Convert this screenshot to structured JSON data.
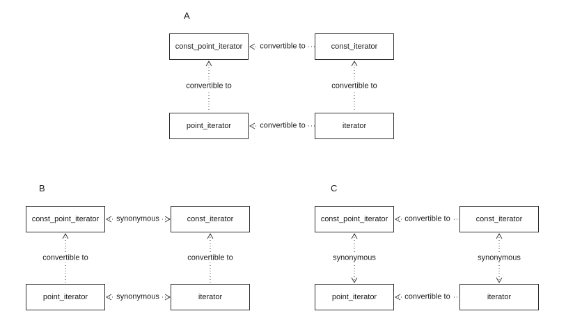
{
  "page": {
    "background_color": "#ffffff",
    "line_color": "#3a3a3a",
    "text_color": "#1a1a1a",
    "box_border_color": "#2e2e2e",
    "box_fill_color": "#ffffff"
  },
  "diagrams": [
    {
      "label": "A",
      "nodes": {
        "top_left": "const_point_iterator",
        "top_right": "const_iterator",
        "bottom_left": "point_iterator",
        "bottom_right": "iterator"
      },
      "arrows": {
        "top": {
          "label": "convertible to",
          "direction": "left"
        },
        "bottom": {
          "label": "convertible to",
          "direction": "left"
        },
        "left": {
          "label": "convertible to",
          "direction": "up"
        },
        "right": {
          "label": "convertible to",
          "direction": "up"
        }
      }
    },
    {
      "label": "B",
      "nodes": {
        "top_left": "const_point_iterator",
        "top_right": "const_iterator",
        "bottom_left": "point_iterator",
        "bottom_right": "iterator"
      },
      "arrows": {
        "top": {
          "label": "synonymous",
          "direction": "both"
        },
        "bottom": {
          "label": "synonymous",
          "direction": "both"
        },
        "left": {
          "label": "convertible to",
          "direction": "up"
        },
        "right": {
          "label": "convertible to",
          "direction": "up"
        }
      }
    },
    {
      "label": "C",
      "nodes": {
        "top_left": "const_point_iterator",
        "top_right": "const_iterator",
        "bottom_left": "point_iterator",
        "bottom_right": "iterator"
      },
      "arrows": {
        "top": {
          "label": "convertible to",
          "direction": "left"
        },
        "bottom": {
          "label": "convertible to",
          "direction": "left"
        },
        "left": {
          "label": "synonymous",
          "direction": "both"
        },
        "right": {
          "label": "synonymous",
          "direction": "both"
        }
      }
    }
  ]
}
